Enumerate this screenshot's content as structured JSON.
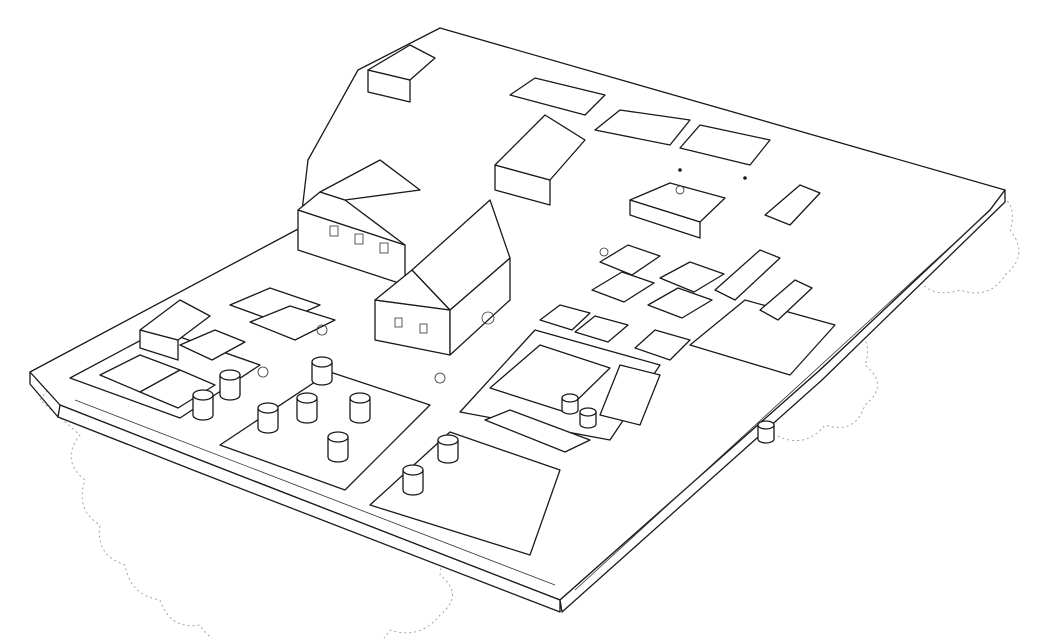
{
  "drawing": {
    "style": "monochrome isometric architectural line sketch",
    "colors": {
      "ink": "#1a1a1a",
      "paper": "#ffffff",
      "dashed_outline": "#9a9a9a"
    },
    "elements": {
      "site_platform": 1,
      "scalloped_tree_canopy_outlines": 3,
      "pitched_roof_houses": 5,
      "flat_roof_blocks": 12,
      "cylindrical_planters": 12,
      "garden_beds": 4
    }
  }
}
